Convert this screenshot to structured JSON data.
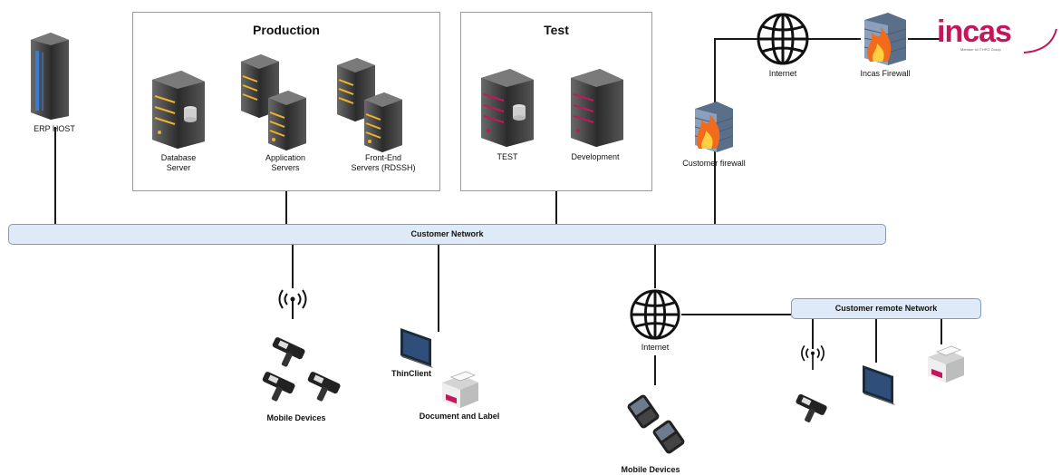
{
  "zones": {
    "production": "Production",
    "test": "Test"
  },
  "networks": {
    "customer": "Customer Network",
    "remote": "Customer remote Network"
  },
  "nodes": {
    "erp_host": "ERP HOST",
    "database_server": "Database\nServer",
    "application_servers": "Application\nServers",
    "frontend_servers": "Front-End\nServers (RDSSH)",
    "test_server": "TEST",
    "development_server": "Development",
    "internet_top": "Internet",
    "incas_firewall": "Incas Firewall",
    "customer_firewall": "Customer firewall",
    "thin_client": "ThinClient",
    "document_label": "Document and Label",
    "mobile_devices_left": "Mobile Devices",
    "internet_bottom": "Internet",
    "mobile_devices_right": "Mobile Devices"
  },
  "brand": {
    "logo_text": "incas",
    "logo_tagline": "Member of ITHPG Group",
    "logo_color": "#c2185b"
  },
  "colors": {
    "server_stripe_yellow": "#f0b42a",
    "server_stripe_pink": "#c2185b",
    "server_body": "#444444",
    "erp_stripe": "#3b7bd8",
    "network_fill": "#dfeaf8",
    "network_border": "#7f9bbd"
  }
}
